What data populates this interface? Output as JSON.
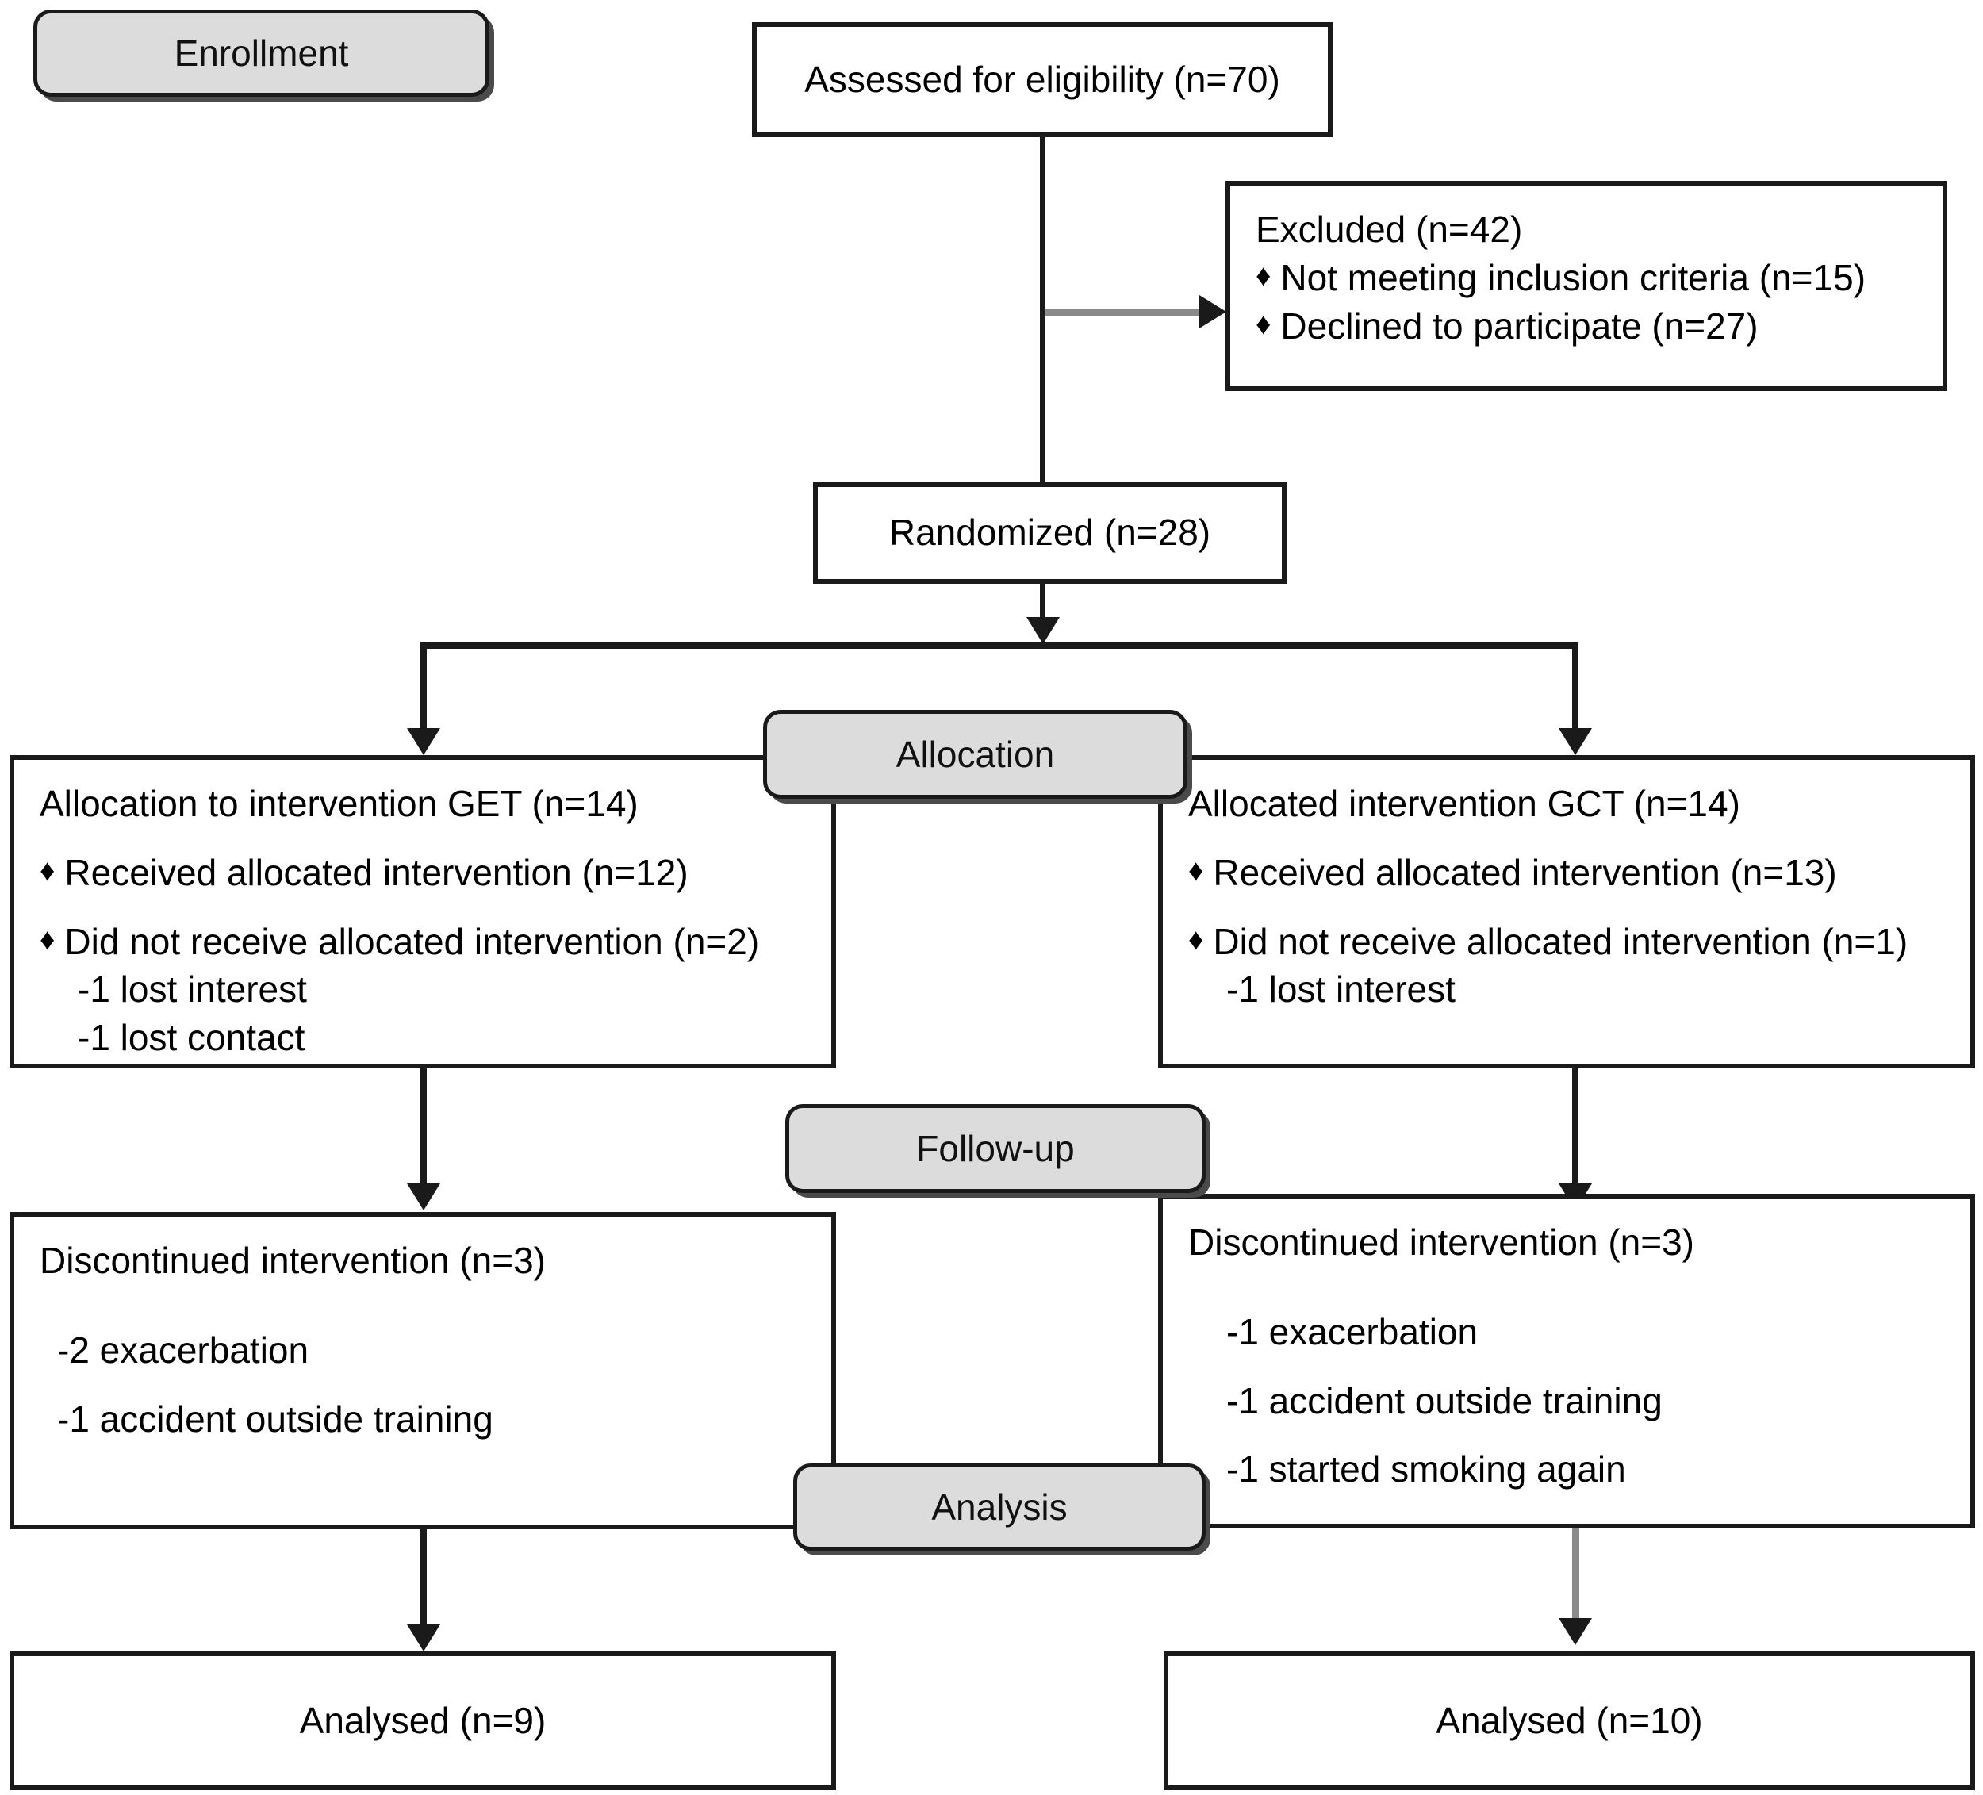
{
  "diagram": {
    "title": "CONSORT participant flow diagram",
    "type": "consort-flow",
    "colors": {
      "stage_fill": "#dcdcdc",
      "line": "#1a1a1a",
      "line_gray": "#8a8a8a",
      "box_fill": "#ffffff"
    }
  },
  "stages": {
    "enrollment": "Enrollment",
    "allocation": "Allocation",
    "followup": "Follow-up",
    "analysis": "Analysis"
  },
  "nodes": {
    "assessed": {
      "label": "Assessed for eligibility (n=70)",
      "n": 70
    },
    "excluded": {
      "heading": "Excluded (n=42)",
      "n": 42,
      "reasons": [
        {
          "bullet": "♦",
          "text": "Not meeting inclusion criteria (n=15)",
          "n": 15
        },
        {
          "bullet": "♦",
          "text": "Declined to participate (n=27)",
          "n": 27
        }
      ]
    },
    "randomized": {
      "label": "Randomized (n=28)",
      "n": 28
    },
    "alloc_left": {
      "heading": "Allocation to intervention GET (n=14)",
      "arm": "GET",
      "n": 14,
      "bullets": [
        {
          "bullet": "♦",
          "text": "Received allocated intervention (n=12)",
          "n": 12
        },
        {
          "bullet": "♦",
          "text": "Did not receive allocated intervention (n=2)",
          "n": 2
        }
      ],
      "sub_items": [
        "-1 lost interest",
        "-1 lost contact"
      ]
    },
    "alloc_right": {
      "heading": "Allocated intervention GCT (n=14)",
      "arm": "GCT",
      "n": 14,
      "bullets": [
        {
          "bullet": "♦",
          "text": "Received allocated intervention (n=13)",
          "n": 13
        },
        {
          "bullet": "♦",
          "text": "Did not receive allocated intervention (n=1)",
          "n": 1
        }
      ],
      "sub_items": [
        "-1 lost interest"
      ]
    },
    "disc_left": {
      "heading": "Discontinued intervention (n=3)",
      "n": 3,
      "sub_items": [
        "-2 exacerbation",
        "-1 accident outside training"
      ]
    },
    "disc_right": {
      "heading": "Discontinued intervention (n=3)",
      "n": 3,
      "sub_items": [
        "-1 exacerbation",
        "-1 accident outside training",
        "-1 started smoking again"
      ]
    },
    "analysed_left": {
      "label": "Analysed (n=9)",
      "n": 9
    },
    "analysed_right": {
      "label": "Analysed (n=10)",
      "n": 10
    }
  }
}
